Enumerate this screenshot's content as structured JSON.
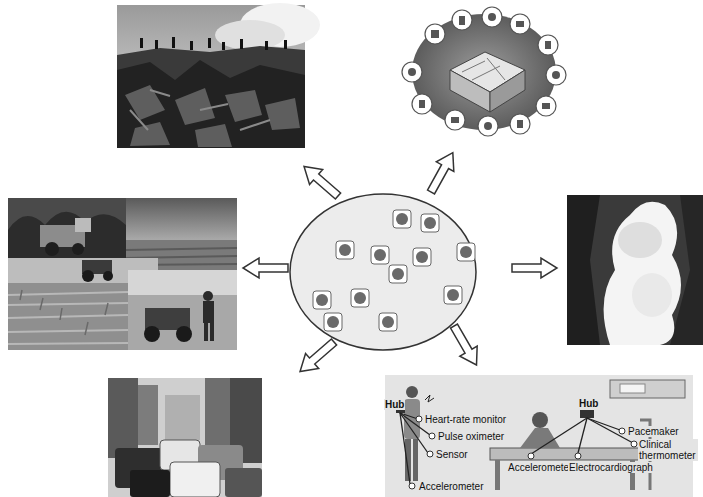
{
  "diagram": {
    "labels": [
      "Hub",
      "Heart-rate monitor",
      "Pulse oximeter",
      "Sensor",
      "Accelerometer",
      "Hub",
      "Pacemaker",
      "Clinical thermometer",
      "Accelerometer",
      "Electrocardiograph"
    ]
  }
}
